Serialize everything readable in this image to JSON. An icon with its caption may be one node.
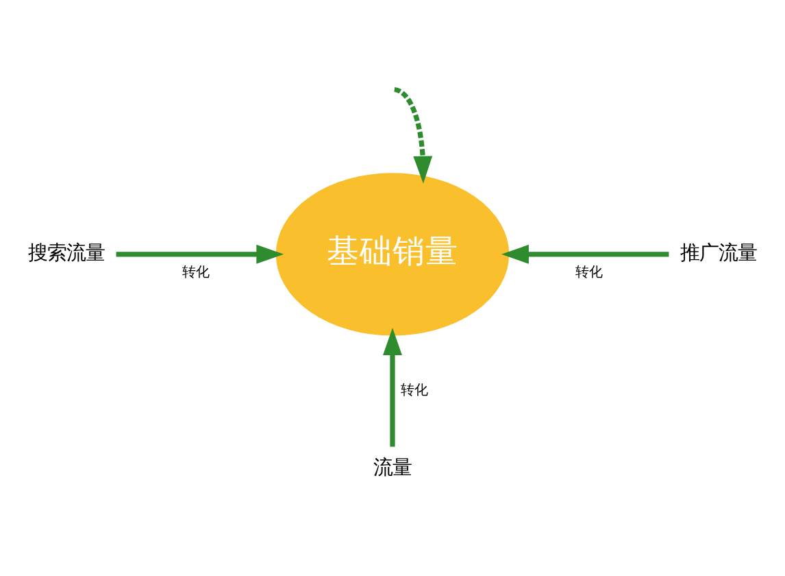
{
  "diagram": {
    "nodes": [
      {
        "text": [
          "基础销量"
        ]
      },
      {
        "text": [
          "搜索流量"
        ]
      },
      {
        "text": [
          "推广流量"
        ]
      },
      {
        "text": [
          "流量"
        ]
      }
    ],
    "edges": [
      {
        "from": null,
        "to": 0,
        "arrow": "to",
        "style": "dashed"
      },
      {
        "from": 1,
        "to": 0,
        "arrow": "to",
        "label": "转化"
      },
      {
        "from": 2,
        "to": 0,
        "arrow": "to",
        "label": "转化"
      },
      {
        "from": 3,
        "to": 0,
        "arrow": "to",
        "label": "转化"
      }
    ]
  }
}
